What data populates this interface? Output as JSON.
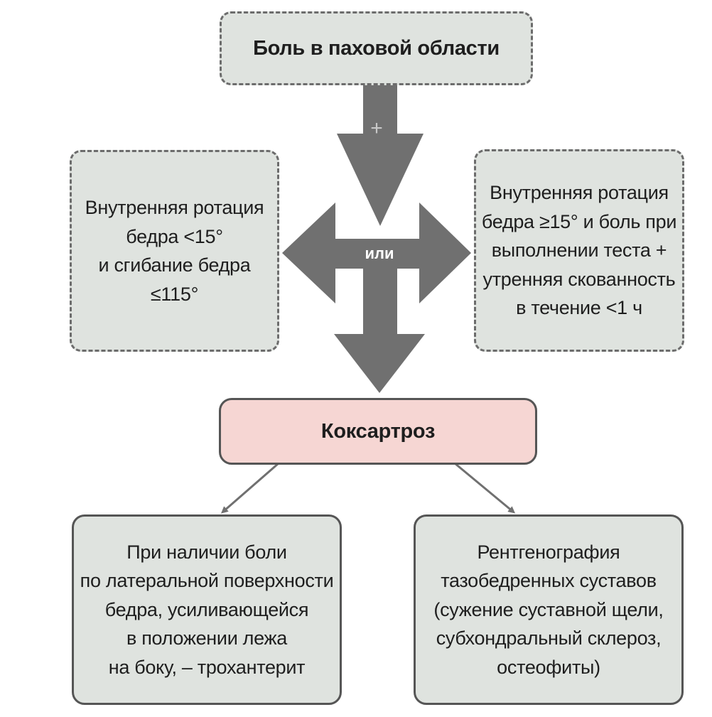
{
  "top": {
    "title": "Боль в паховой области"
  },
  "connector": {
    "plus": "+",
    "or": "или"
  },
  "left": {
    "lines": [
      "Внутренняя ротация",
      "бедра <15°",
      "и сгибание бедра",
      "≤115°"
    ]
  },
  "right": {
    "lines": [
      "Внутренняя ротация",
      "бедра ≥15° и боль при",
      "выполнении теста +",
      "утренняя скованность",
      "в течение <1 ч"
    ]
  },
  "center": {
    "title": "Коксартроз"
  },
  "bottom_left": {
    "lines": [
      "При наличии боли",
      "по латеральной поверхности",
      "бедра, усиливающейся",
      "в положении лежа",
      "на боку, – трохантерит"
    ]
  },
  "bottom_right": {
    "lines": [
      "Рентгенография",
      "тазобедренных суставов",
      "(сужение суставной щели,",
      "субхондральный склероз,",
      "остеофиты)"
    ]
  },
  "colors": {
    "arrow": "#707070",
    "box_fill": "#dfe3df",
    "highlight_fill": "#f6d6d3",
    "border": "#555555"
  }
}
